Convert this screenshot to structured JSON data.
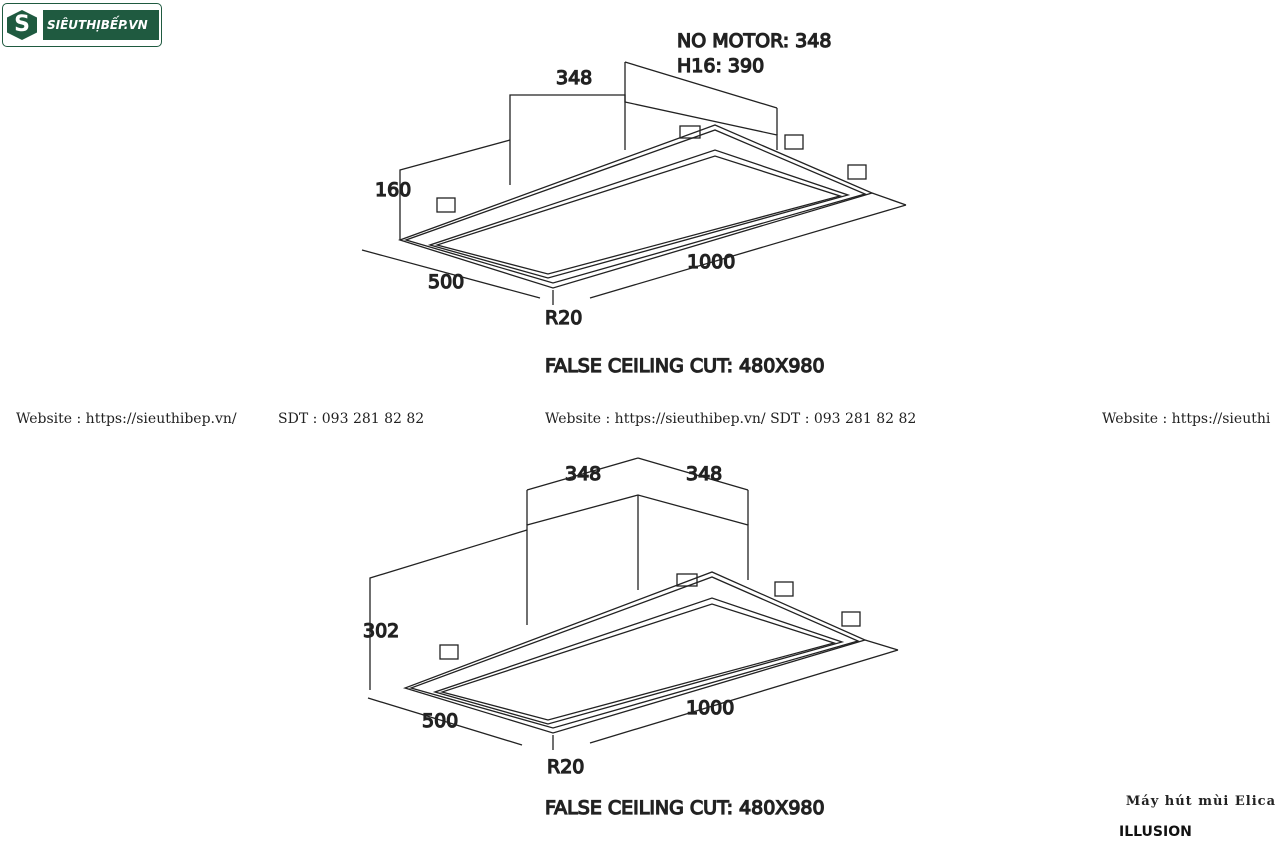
{
  "logo": {
    "mark": "S",
    "text": "SIÊUTHỊBẾP.VN"
  },
  "top_drawing": {
    "width_label": "348",
    "note_line1": "NO MOTOR: 348",
    "note_line2": "H16: 390",
    "height_label": "160",
    "depth_label": "500",
    "length_label": "1000",
    "radius_label": "R20",
    "cut_label": "FALSE CEILING CUT: 480X980"
  },
  "watermark": {
    "item1": "Website : https://sieuthibep.vn/",
    "item2": "SDT : 093 281 82 82",
    "item3": "Website : https://sieuthibep.vn/ SDT : 093 281 82 82",
    "item4": "Website : https://sieuthi"
  },
  "bottom_drawing": {
    "width_label_left": "348",
    "width_label_right": "348",
    "height_label": "302",
    "depth_label": "500",
    "length_label": "1000",
    "radius_label": "R20",
    "cut_label": "FALSE CEILING CUT: 480X980"
  },
  "product": {
    "title": "Máy hút mùi Elica",
    "model": "ILLUSION"
  }
}
